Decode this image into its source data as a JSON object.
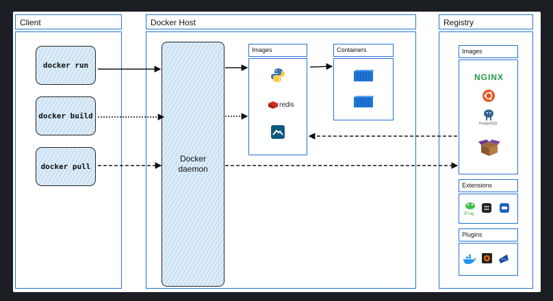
{
  "client": {
    "title": "Client",
    "commands": [
      "docker run",
      "docker build",
      "docker pull"
    ]
  },
  "host": {
    "title": "Docker Host",
    "daemon": {
      "line1": "Docker",
      "line2": "daemon"
    },
    "images_title": "Images",
    "containers_title": "Containers",
    "redis_label": "redis"
  },
  "registry": {
    "title": "Registry",
    "images_title": "Images",
    "extensions_title": "Extensions",
    "plugins_title": "Plugins",
    "nginx_label": "NGINX",
    "postgres_label": "PostgreSQL",
    "jfrog_label": "JFrog"
  },
  "colors": {
    "frame": "#1f6fd1",
    "command_fill": "#dcecf8",
    "canvas": "#ffffff",
    "background": "#1b1f24"
  }
}
